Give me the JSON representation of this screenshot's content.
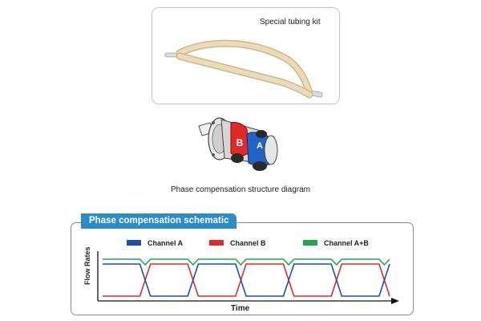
{
  "tubing_kit": {
    "label": "Special tubing kit"
  },
  "device": {
    "caption": "Phase compensation structure diagram",
    "rotor_labels": [
      "B",
      "A"
    ]
  },
  "schematic": {
    "title": "Phase compensation schematic",
    "xlabel": "Time",
    "ylabel": "Flow Rates",
    "legend": [
      {
        "name": "Channel  A",
        "color": "#1a4fb0"
      },
      {
        "name": "Channel  B",
        "color": "#e02a2a"
      },
      {
        "name": "Channel  A+B",
        "color": "#21a84a"
      }
    ]
  },
  "colors": {
    "title_bg": "#2c8cc8",
    "tube": "#e9d9b2",
    "channel_a": "#1a4fb0",
    "channel_b": "#e02a2a",
    "channel_ab": "#21a84a"
  }
}
